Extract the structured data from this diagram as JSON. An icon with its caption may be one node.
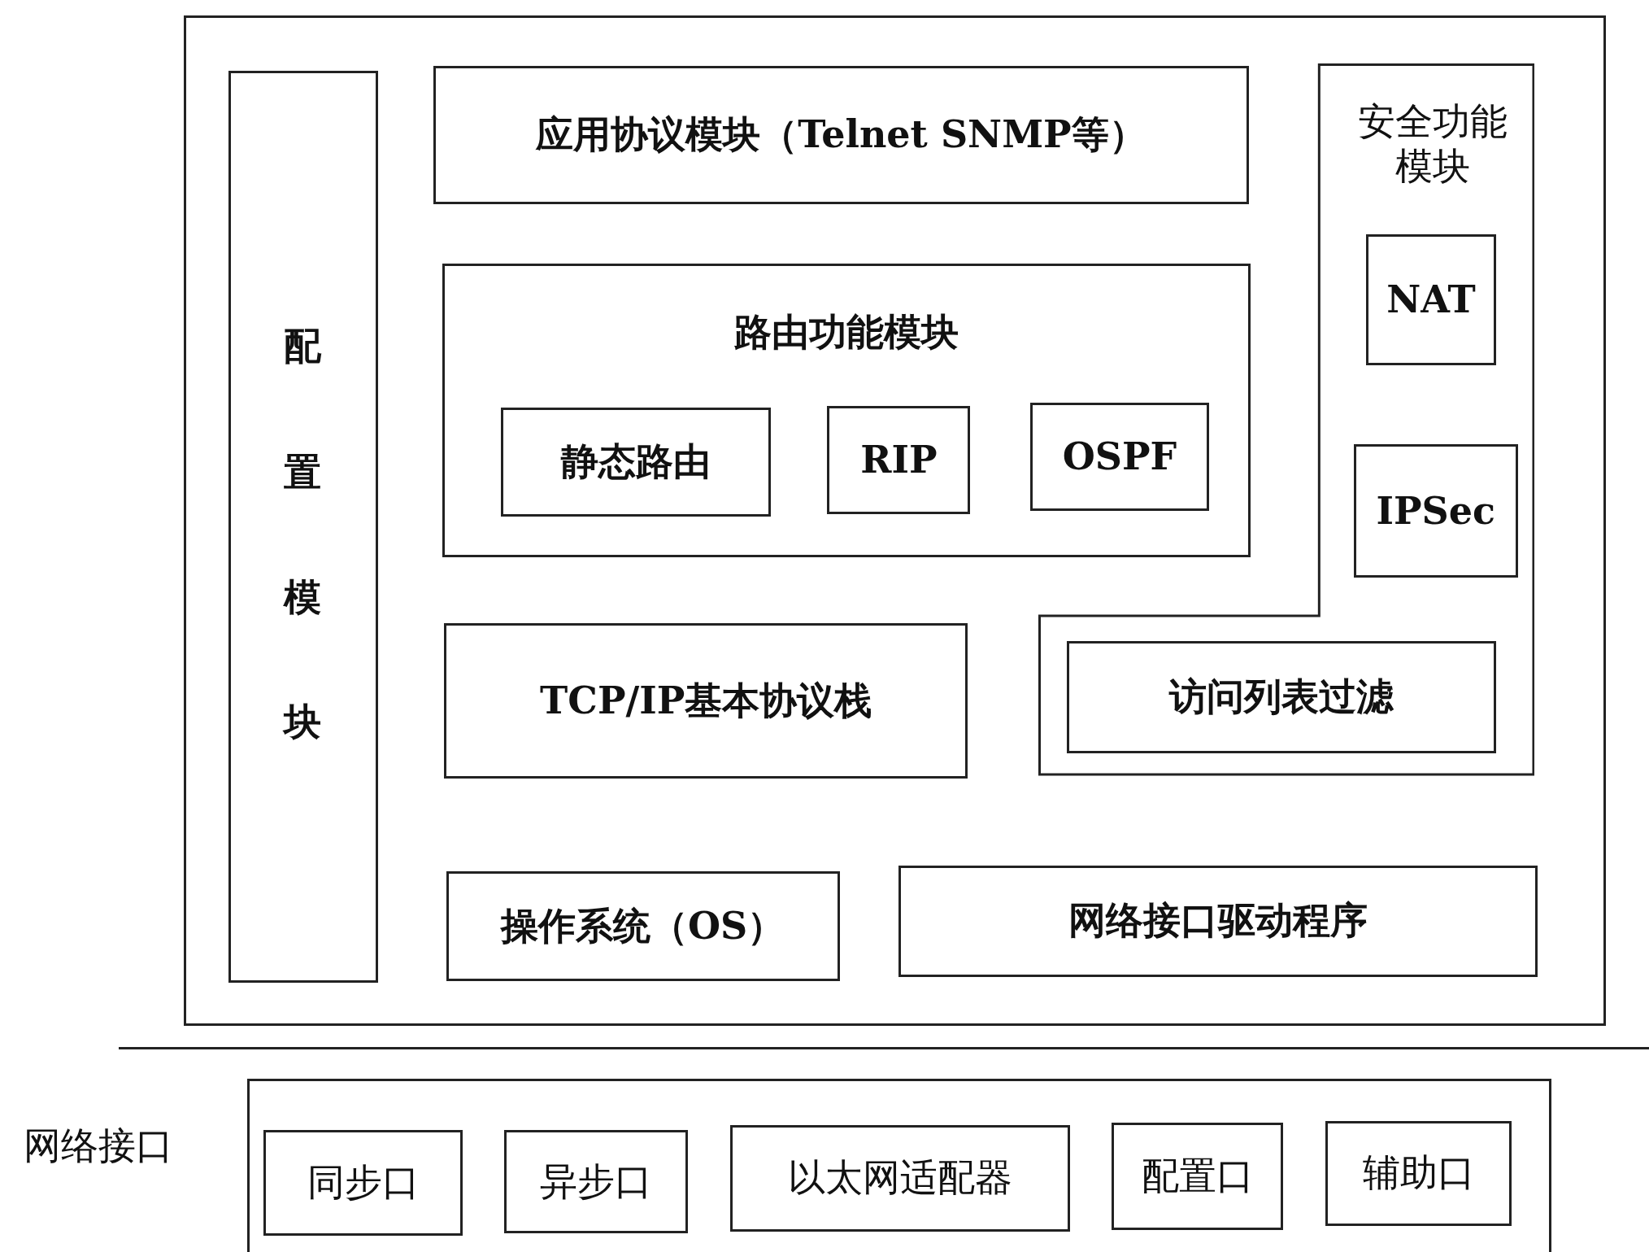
{
  "diagram": {
    "nodes": [
      {
        "text": [],
        "shape": "box"
      },
      {
        "text": [
          "配置模块"
        ],
        "in": 0
      },
      {
        "text": [
          "应用协议模块（Telnet SNMP等）"
        ],
        "in": 0
      },
      {
        "text": [
          "路由功能模块"
        ],
        "in": 0
      },
      {
        "text": [
          "静态路由"
        ],
        "in": 3
      },
      {
        "text": [
          "RIP"
        ],
        "in": 3
      },
      {
        "text": [
          "OSPF"
        ],
        "in": 3
      },
      {
        "text": [
          "安全功能模块"
        ],
        "in": 0
      },
      {
        "text": [
          "NAT"
        ],
        "in": 7
      },
      {
        "text": [
          "IPSec"
        ],
        "in": 7
      },
      {
        "text": [
          "访问列表过滤"
        ],
        "in": 7
      },
      {
        "text": [
          "TCP/IP基本协议栈"
        ],
        "in": 0
      },
      {
        "text": [
          "操作系统（OS）"
        ],
        "in": 0
      },
      {
        "text": [
          "网络接口驱动程序"
        ],
        "in": 0
      },
      {
        "text": [
          "网络接口"
        ]
      },
      {
        "text": [
          "同步口"
        ],
        "in": 14
      },
      {
        "text": [
          "异步口"
        ],
        "in": 14
      },
      {
        "text": [
          "以太网适配器"
        ],
        "in": 14
      },
      {
        "text": [
          "配置口"
        ],
        "in": 14
      },
      {
        "text": [
          "辅助口"
        ],
        "in": 14
      }
    ],
    "edges": []
  }
}
